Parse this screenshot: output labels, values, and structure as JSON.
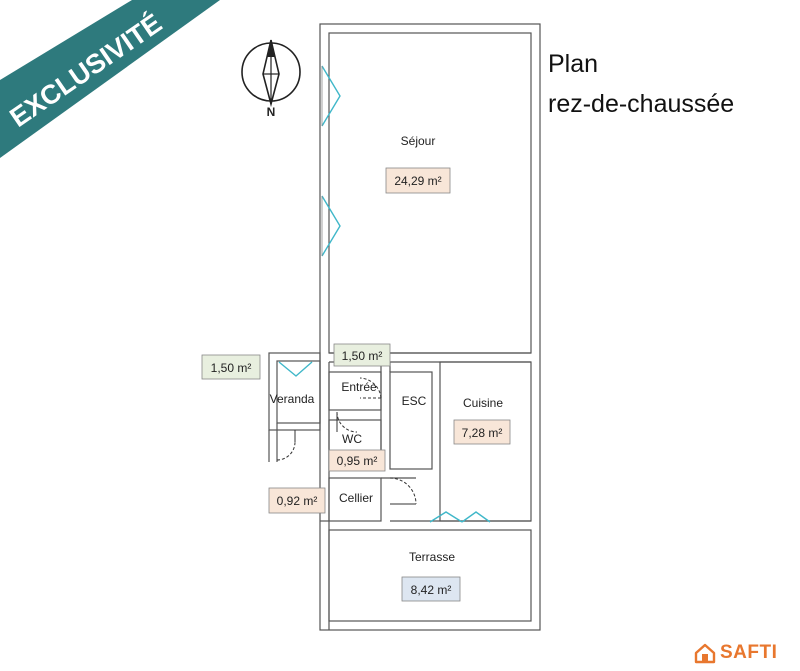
{
  "banner": {
    "text": "EXCLUSIVITÉ",
    "color": "#2e7a7d"
  },
  "title": {
    "line1": "Plan",
    "line2": "rez-de-chaussée"
  },
  "compass": {
    "north_label": "N"
  },
  "rooms": {
    "sejour": {
      "name": "Séjour",
      "area": "24,29 m²"
    },
    "hall": {
      "area": "1,50 m²"
    },
    "veranda": {
      "name": "Veranda",
      "area": "1,50 m²"
    },
    "entree": {
      "name": "Entrée"
    },
    "esc": {
      "name": "ESC"
    },
    "cuisine": {
      "name": "Cuisine",
      "area": "7,28 m²"
    },
    "wc": {
      "name": "WC",
      "area": "0,95 m²"
    },
    "cellier": {
      "name": "Cellier",
      "area": "0,92 m²"
    },
    "terrasse": {
      "name": "Terrasse",
      "area": "8,42 m²"
    }
  },
  "badge_colors": {
    "orange": "#f8e6d8",
    "green": "#e8efdf",
    "blue": "#dde6f1"
  },
  "logo": {
    "text": "SAFTI",
    "color": "#e8772e"
  }
}
